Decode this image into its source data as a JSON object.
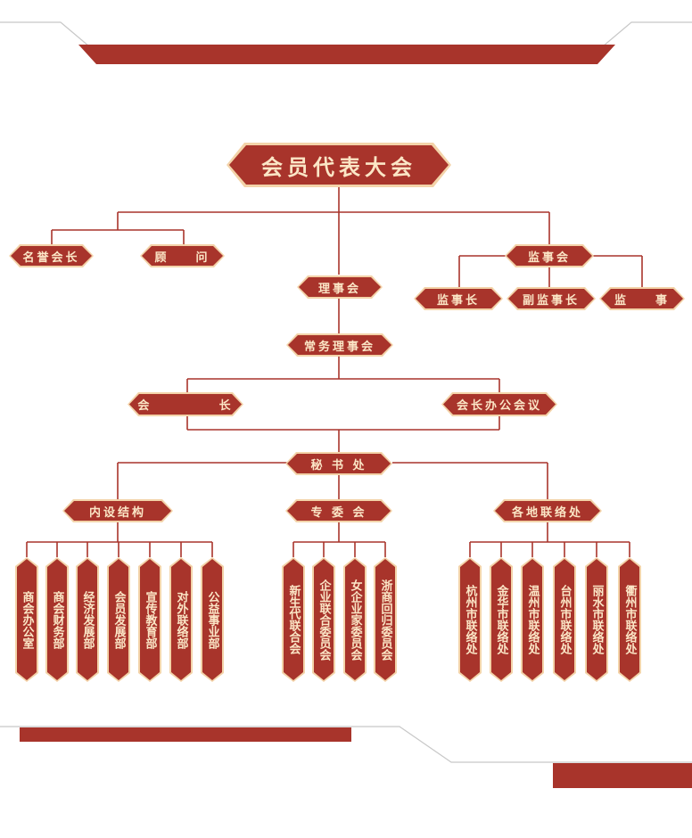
{
  "top": {
    "label": "会员代表大会"
  },
  "honorary": {
    "label": "名誉会长"
  },
  "advisor": {
    "label": "顾    问"
  },
  "supervisory_board": {
    "label": "监事会",
    "members": [
      "监事长",
      "副监事长",
      "监    事"
    ]
  },
  "council": {
    "label": "理事会"
  },
  "standing_council": {
    "label": "常务理事会"
  },
  "president": {
    "label": "会          长"
  },
  "president_office_meeting": {
    "label": "会长办公会议"
  },
  "secretariat": {
    "label": "秘 书 处"
  },
  "departments": [
    {
      "label": "内设结构",
      "units": [
        "商会办公室",
        "商会财务部",
        "经济发展部",
        "会员发展部",
        "宣传教育部",
        "对外联络部",
        "公益事业部"
      ]
    },
    {
      "label": "专 委 会",
      "units": [
        "新生代联合会",
        "企业联合委员会",
        "女企业家委员会",
        "浙商回归委员会"
      ]
    },
    {
      "label": "各地联络处",
      "units": [
        "杭州市联络处",
        "金华市联络处",
        "温州市联络处",
        "台州市联络处",
        "丽水市联络处",
        "衢州市联络处"
      ]
    }
  ],
  "colors": {
    "primary": "#a8342b",
    "frame": "#f3d3a9",
    "text": "#fbe6c6",
    "line": "#a8342b",
    "deco_line": "#c8c8c8"
  }
}
